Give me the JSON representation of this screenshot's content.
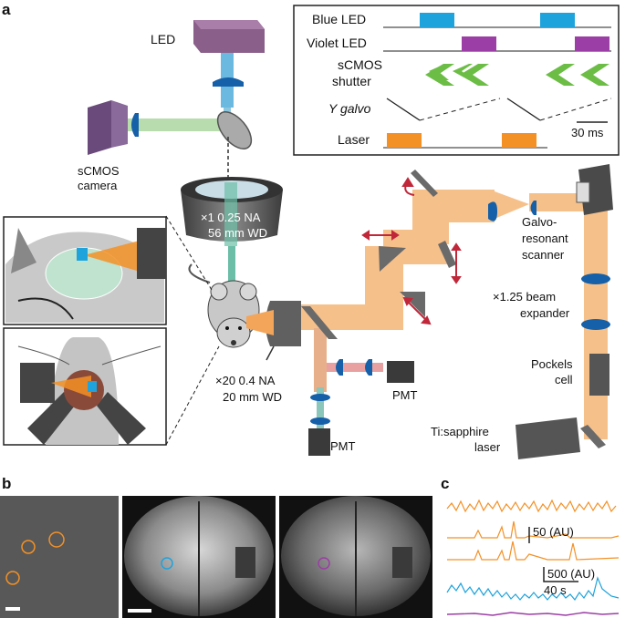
{
  "panels": {
    "a": "a",
    "b": "b",
    "c": "c"
  },
  "labels": {
    "led": "LED",
    "scmos_camera_line1": "sCMOS",
    "scmos_camera_line2": "camera",
    "objective1_line1": "×1  0.25 NA",
    "objective1_line2": "56 mm WD",
    "objective2_line1": "×20  0.4 NA",
    "objective2_line2": "20 mm WD",
    "pmt_right": "PMT",
    "pmt_bottom": "PMT",
    "galvo_line1": "Galvo-",
    "galvo_line2": "resonant",
    "galvo_line3": "scanner",
    "expander_line1": "×1.25 beam",
    "expander_line2": "expander",
    "pockels_line1": "Pockels",
    "pockels_line2": "cell",
    "laser_line1": "Ti:sapphire",
    "laser_line2": "laser"
  },
  "timing": {
    "rows": [
      "Blue LED",
      "Violet LED",
      "sCMOS",
      "shutter",
      "Y galvo",
      "Laser"
    ],
    "scalebar": "30 ms",
    "colors": {
      "blue": "#1fa3dc",
      "violet": "#9b3ea5",
      "green": "#6cbd45",
      "orange": "#f39126"
    }
  },
  "traces": {
    "scale1": "50 (AU)",
    "scale2": "500 (AU)",
    "scale_time": "40 s"
  }
}
